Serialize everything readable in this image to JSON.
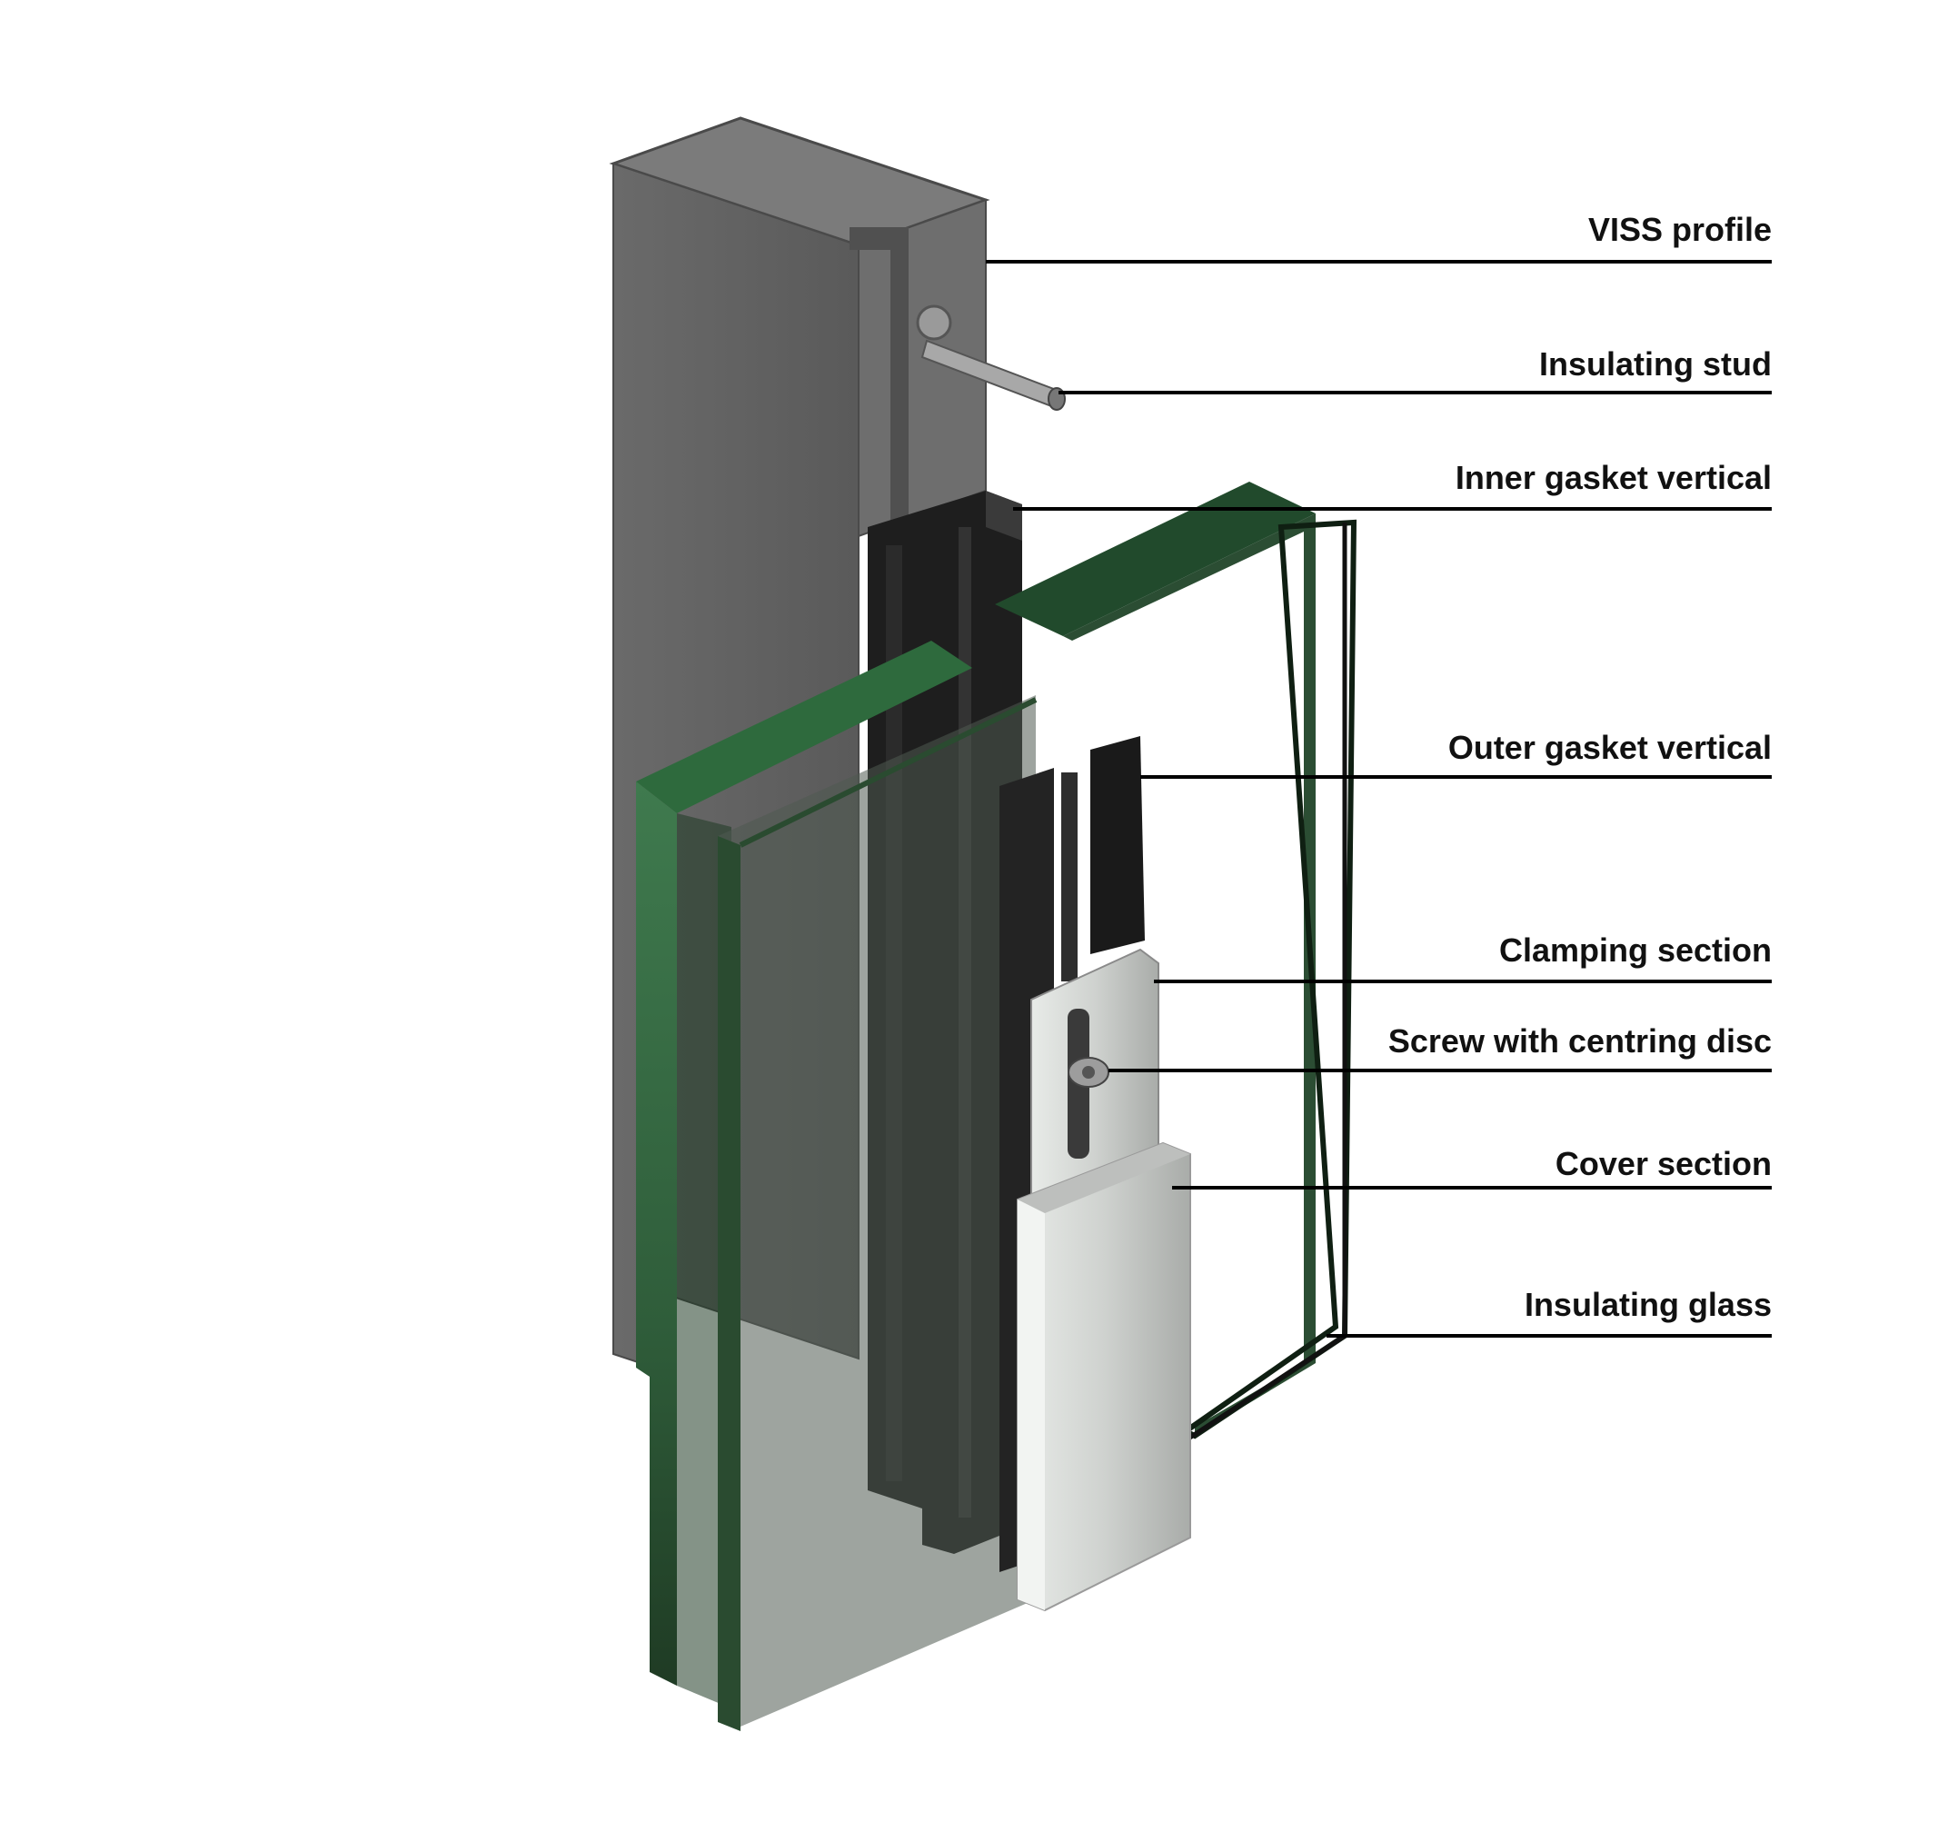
{
  "diagram": {
    "callouts": [
      {
        "id": "viss-profile",
        "label": "VISS profile"
      },
      {
        "id": "insulating-stud",
        "label": "Insulating stud"
      },
      {
        "id": "inner-gasket-vertical",
        "label": "Inner gasket vertical"
      },
      {
        "id": "outer-gasket-vertical",
        "label": "Outer gasket vertical"
      },
      {
        "id": "clamping-section",
        "label": "Clamping section"
      },
      {
        "id": "screw-with-centring-disc",
        "label": "Screw with centring disc"
      },
      {
        "id": "cover-section",
        "label": "Cover section"
      },
      {
        "id": "insulating-glass",
        "label": "Insulating glass"
      }
    ],
    "colors": {
      "steel": "#5f5f5f",
      "steel_light": "#8a8a8a",
      "gasket": "#1e1e1e",
      "glass_green": "#2f5d3a",
      "glass_edge": "#1f3b24",
      "aluminium": "#d6d6d6",
      "line": "#000000"
    }
  }
}
